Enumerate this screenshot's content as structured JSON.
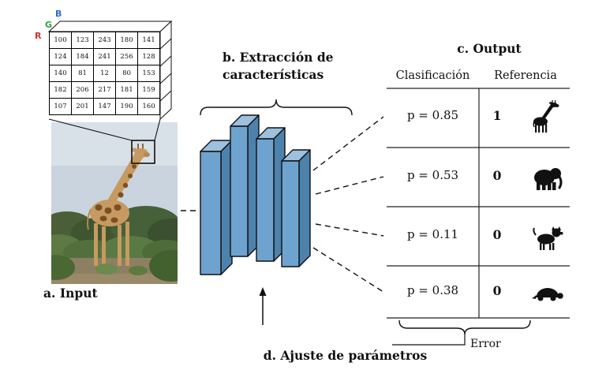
{
  "matrix": {
    "channel_b": "B",
    "channel_g": "G",
    "channel_r": "R",
    "channel_colors": {
      "b": "#2a6bd4",
      "g": "#2f9e3f",
      "r": "#d03030"
    },
    "values": [
      [
        "100",
        "123",
        "243",
        "180",
        "141"
      ],
      [
        "124",
        "184",
        "241",
        "256",
        "128"
      ],
      [
        "140",
        "81",
        "12",
        "80",
        "153"
      ],
      [
        "182",
        "206",
        "217",
        "181",
        "159"
      ],
      [
        "107",
        "201",
        "147",
        "190",
        "160"
      ]
    ]
  },
  "panel_a": {
    "label": "a. Input"
  },
  "panel_b": {
    "label_line1": "b. Extracción de",
    "label_line2": "características"
  },
  "panel_c": {
    "title": "c. Output",
    "col_classification": "Clasificación",
    "col_reference": "Referencia",
    "rows": [
      {
        "probability": "p = 0.85",
        "reference": "1",
        "animal": "giraffe"
      },
      {
        "probability": "p = 0.53",
        "reference": "0",
        "animal": "elephant"
      },
      {
        "probability": "p = 0.11",
        "reference": "0",
        "animal": "dog"
      },
      {
        "probability": "p = 0.38",
        "reference": "0",
        "animal": "turtle"
      }
    ],
    "error_label": "Error"
  },
  "panel_d": {
    "label": "d. Ajuste de parámetros"
  },
  "cnn": {
    "layer_count": 4,
    "colors": {
      "front": "#6fa3cf",
      "top": "#9cc0dd",
      "side": "#4d82ad"
    }
  }
}
